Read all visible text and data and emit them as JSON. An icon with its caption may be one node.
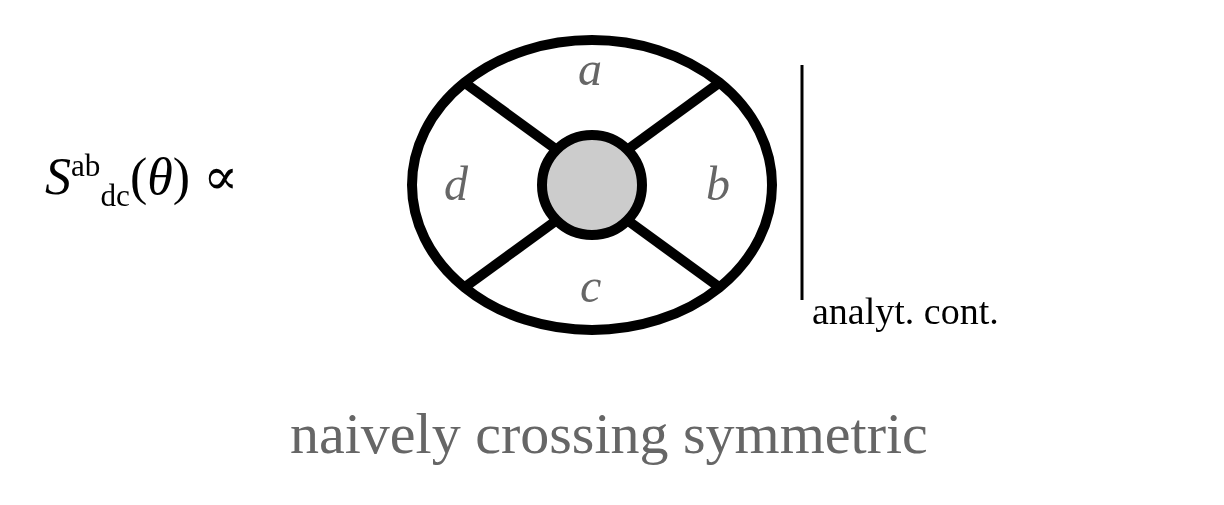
{
  "diagram": {
    "labels": [
      "*S*$^{ab}$$_{dc}$(*θ*) ∝",
      "a",
      "d",
      "b",
      "c",
      "analyt. cont.",
      "naively crossing symmetric"
    ]
  }
}
